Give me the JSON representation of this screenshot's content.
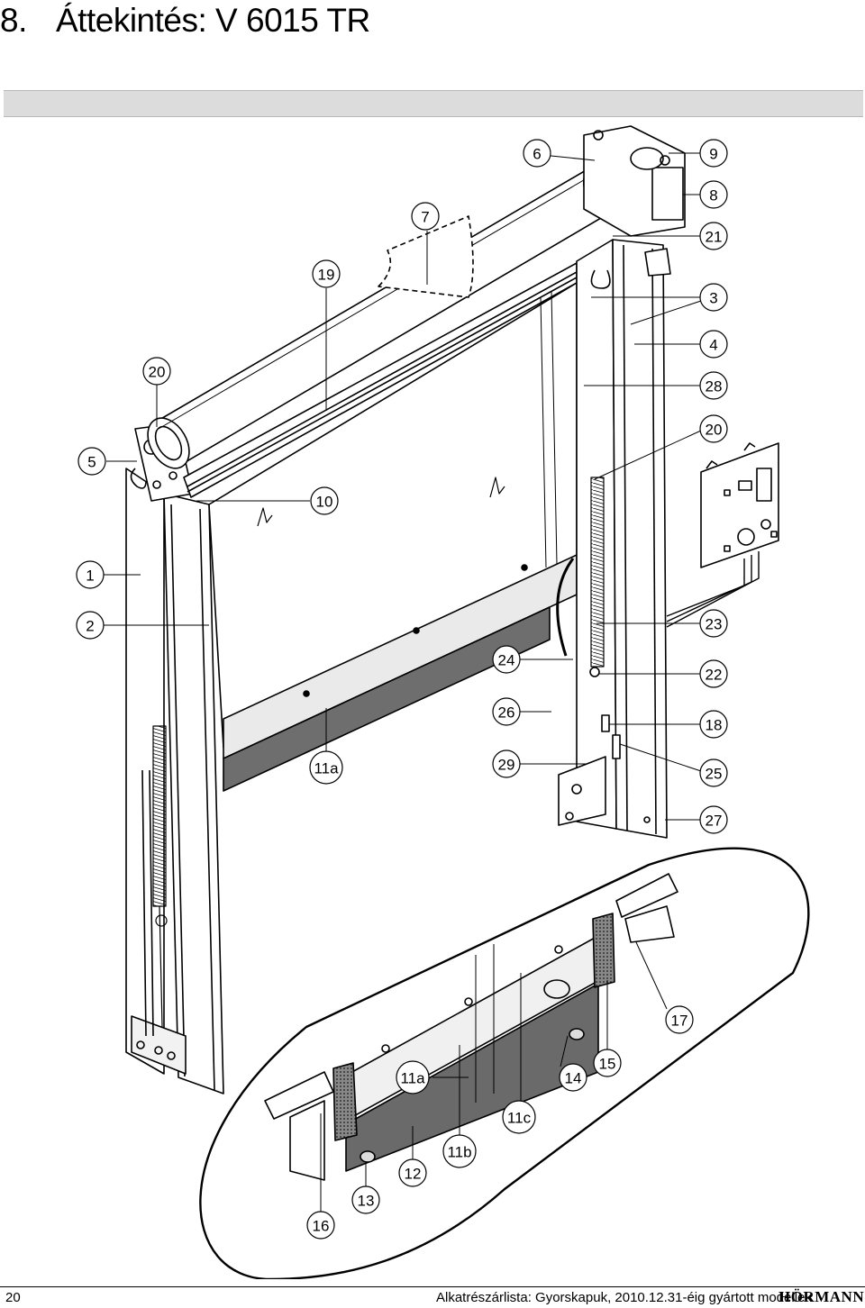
{
  "header": {
    "section_number": "8.",
    "title": "Áttekintés: V 6015 TR"
  },
  "callouts": {
    "c6": "6",
    "c9": "9",
    "c8": "8",
    "c7": "7",
    "c21": "21",
    "c19": "19",
    "c3": "3",
    "c4": "4",
    "c20a": "20",
    "c28": "28",
    "c20b": "20",
    "c5": "5",
    "c10": "10",
    "c1": "1",
    "c2": "2",
    "c23": "23",
    "c24": "24",
    "c22": "22",
    "c26": "26",
    "c18": "18",
    "c11a_top": "11a",
    "c29": "29",
    "c25": "25",
    "c27": "27",
    "c17": "17",
    "c11a_det": "11a",
    "c15": "15",
    "c14": "14",
    "c11c": "11c",
    "c11b": "11b",
    "c12": "12",
    "c13": "13",
    "c16": "16"
  },
  "footer": {
    "page_number": "20",
    "text": "Alkatrészárlista: Gyorskapuk, 2010.12.31-éig gyártott modellek",
    "brand": "HÖRMANN"
  }
}
